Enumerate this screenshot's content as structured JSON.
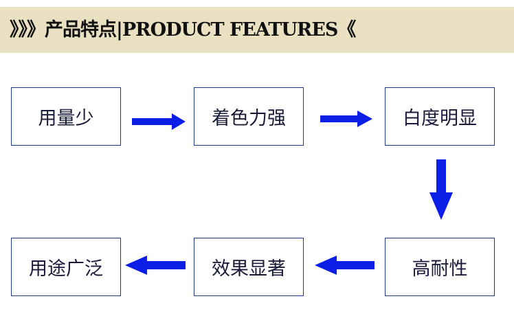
{
  "header": {
    "title": "》》》产品特点|PRODUCT FEATURES《"
  },
  "flow": {
    "steps": [
      {
        "label": "用量少"
      },
      {
        "label": "着色力强"
      },
      {
        "label": "白度明显"
      },
      {
        "label": "高耐性"
      },
      {
        "label": "效果显著"
      },
      {
        "label": "用途广泛"
      }
    ]
  },
  "colors": {
    "header_bg": "#e9e1c2",
    "box_border": "#1c3a8a",
    "arrow": "#0a1ee6"
  }
}
